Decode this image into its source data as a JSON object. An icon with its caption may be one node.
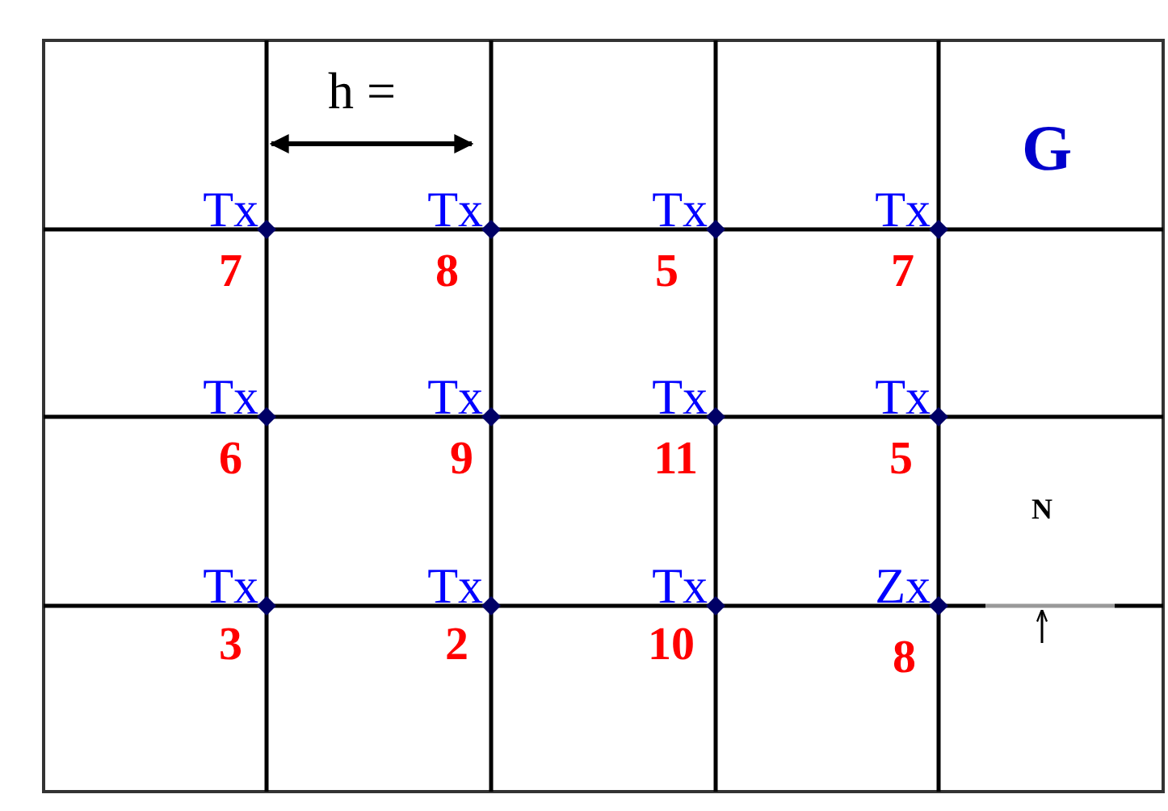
{
  "diagram": {
    "labels": [
      "h =",
      "G",
      "Tx",
      "Tx",
      "Tx",
      "Tx",
      "7",
      "8",
      "5",
      "7",
      "Tx",
      "Tx",
      "Tx",
      "Tx",
      "6",
      "9",
      "11",
      "5",
      "N",
      "Tx",
      "Tx",
      "Tx",
      "Zx",
      "3",
      "2",
      "10",
      "8"
    ]
  }
}
